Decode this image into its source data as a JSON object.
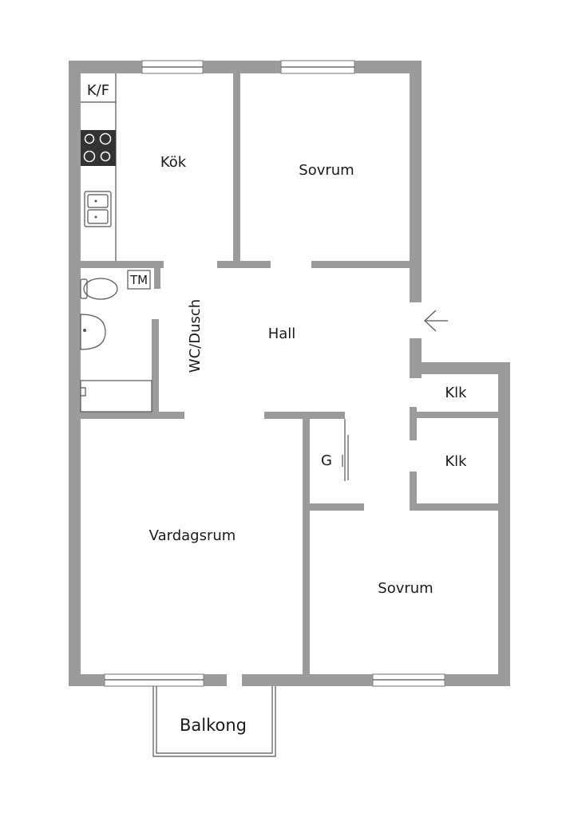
{
  "rooms": {
    "kf": "K/F",
    "kok": "Kök",
    "sovrum_top": "Sovrum",
    "tm": "TM",
    "wc": "WC/Dusch",
    "hall": "Hall",
    "klk_top": "Klk",
    "klk_bottom": "Klk",
    "g": "G",
    "vardagsrum": "Vardagsrum",
    "sovrum_bottom": "Sovrum",
    "balkong": "Balkong"
  },
  "icons": {
    "entrance": "arrow-left-icon",
    "stove": "stove-icon",
    "sink": "sink-icon",
    "toilet": "toilet-icon",
    "washbasin": "washbasin-icon",
    "shower": "shower-icon"
  },
  "colors": {
    "wall": "#9b9b9b",
    "stove": "#333333",
    "background": "#ffffff"
  }
}
